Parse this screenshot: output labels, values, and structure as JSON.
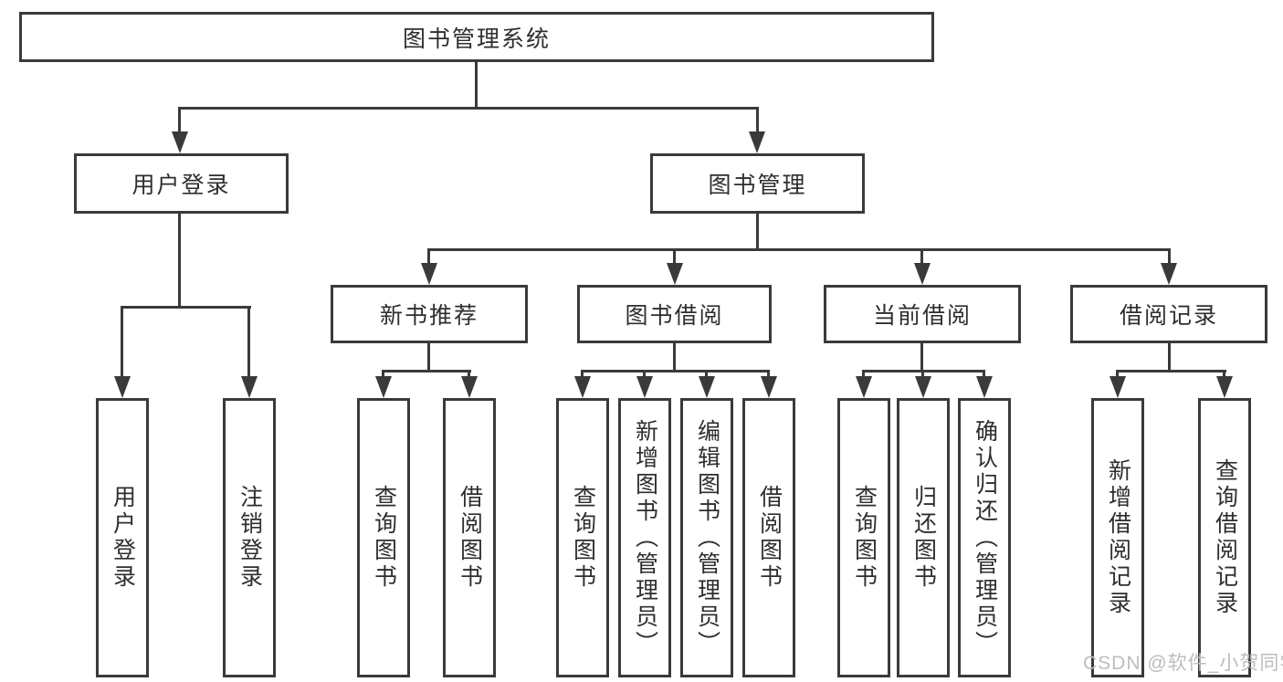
{
  "diagram": {
    "title": "图书管理系统",
    "colors": {
      "line": "#3a3a3a",
      "text": "#2e2e2e",
      "watermark": "#bdbdbd",
      "bg": "#ffffff"
    },
    "root": {
      "label": "图书管理系统"
    },
    "level2": [
      {
        "label": "用户登录"
      },
      {
        "label": "图书管理"
      }
    ],
    "level3": [
      {
        "label": "新书推荐",
        "parent": "图书管理"
      },
      {
        "label": "图书借阅",
        "parent": "图书管理"
      },
      {
        "label": "当前借阅",
        "parent": "图书管理"
      },
      {
        "label": "借阅记录",
        "parent": "图书管理"
      }
    ],
    "level4": [
      {
        "label": "用户登录",
        "parent": "用户登录"
      },
      {
        "label": "注销登录",
        "parent": "用户登录"
      },
      {
        "label": "查询图书",
        "parent": "新书推荐"
      },
      {
        "label": "借阅图书",
        "parent": "新书推荐"
      },
      {
        "label": "查询图书",
        "parent": "图书借阅"
      },
      {
        "label": "新增图书（管理员）",
        "parent": "图书借阅"
      },
      {
        "label": "编辑图书（管理员）",
        "parent": "图书借阅"
      },
      {
        "label": "借阅图书",
        "parent": "图书借阅"
      },
      {
        "label": "查询图书",
        "parent": "当前借阅"
      },
      {
        "label": "归还图书",
        "parent": "当前借阅"
      },
      {
        "label": "确认归还（管理员）",
        "parent": "当前借阅"
      },
      {
        "label": "新增借阅记录",
        "parent": "借阅记录"
      },
      {
        "label": "查询借阅记录",
        "parent": "借阅记录"
      }
    ],
    "watermark": "CSDN @软件_小贺同学"
  }
}
